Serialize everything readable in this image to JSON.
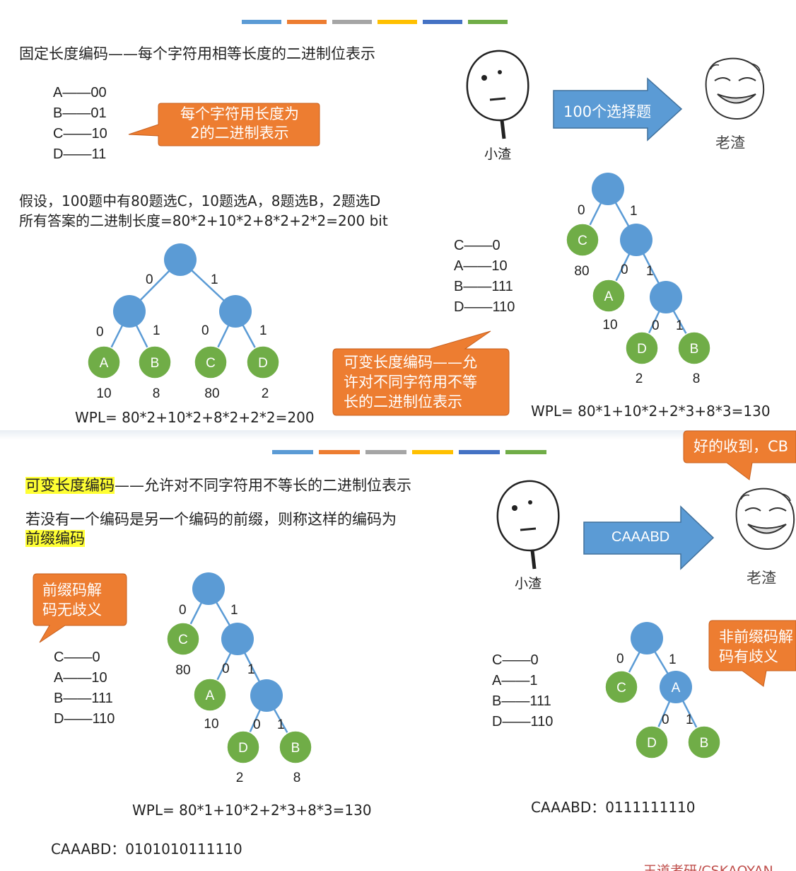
{
  "slide1": {
    "fixed_title": "固定长度编码——每个字符用相等长度的二进制位表示",
    "fixed_codes": [
      "A——00",
      "B——01",
      "C——10",
      "D——11"
    ],
    "callout_fixed": [
      "每个字符用长度为",
      "2的二进制表示"
    ],
    "assume_line1": "假设，100题中有80题选C，10题选A，8题选B，2题选D",
    "assume_line2": "所有答案的二进制长度=80*2+10*2+8*2+2*2=200 bit",
    "tree1": {
      "edge_labels": [
        "0",
        "1",
        "0",
        "1",
        "0",
        "1"
      ],
      "leaves": [
        "A",
        "B",
        "C",
        "D"
      ],
      "weights": [
        "10",
        "8",
        "80",
        "2"
      ],
      "wpl": "WPL= 80*2+10*2+8*2+2*2=200"
    },
    "var_codes": [
      "C——0",
      "A——10",
      "B——111",
      "D——110"
    ],
    "callout_var": [
      "可变长度编码——允",
      "许对不同字符用不等",
      "长的二进制位表示"
    ],
    "tree2": {
      "edge_labels": [
        "0",
        "1",
        "0",
        "1",
        "0",
        "1"
      ],
      "leaves": [
        "C",
        "A",
        "D",
        "B"
      ],
      "weights": [
        "80",
        "10",
        "2",
        "8"
      ],
      "wpl": "WPL= 80*1+10*2+2*3+8*3=130"
    },
    "person_small": "小渣",
    "person_old": "老渣",
    "arrow_label": "100个选择题"
  },
  "slide2": {
    "var_term": "可变长度编码",
    "var_def": "——允许对不同字符用不等长的二进制位表示",
    "prefix_line1": "若没有一个编码是另一个编码的前缀，则称这样的编码为",
    "prefix_term": "前缀编码",
    "callout_prefix": [
      "前缀码解",
      "码无歧义"
    ],
    "codes_left": [
      "C——0",
      "A——10",
      "B——111",
      "D——110"
    ],
    "tree3": {
      "edge_labels": [
        "0",
        "1",
        "0",
        "1",
        "0",
        "1"
      ],
      "leaves": [
        "C",
        "A",
        "D",
        "B"
      ],
      "weights": [
        "80",
        "10",
        "2",
        "8"
      ],
      "wpl": "WPL= 80*1+10*2+2*3+8*3=130"
    },
    "encoded_left": "CAAABD：0101010111110",
    "person_small": "小渣",
    "person_old": "老渣",
    "arrow_label": "CAAABD",
    "callout_reply": "好的收到，CB",
    "codes_right": [
      "C——0",
      "A——1",
      "B——111",
      "D——110"
    ],
    "tree4": {
      "edge_labels": [
        "0",
        "1",
        "0",
        "1"
      ],
      "nodes": [
        "C",
        "A",
        "D",
        "B"
      ]
    },
    "callout_ambig": [
      "非前缀码解",
      "码有歧义"
    ],
    "encoded_right": "CAAABD：0111111110",
    "footer": "王道考研/CSKAOYAN"
  },
  "colors": {
    "node_blue": "#5b9bd5",
    "leaf_green": "#70ad47",
    "callout_orange": "#ed7d31",
    "highlight": "#ffff33",
    "bars": [
      "#5b9bd5",
      "#ed7d31",
      "#a5a5a5",
      "#ffc000",
      "#4472c4",
      "#70ad47"
    ]
  }
}
